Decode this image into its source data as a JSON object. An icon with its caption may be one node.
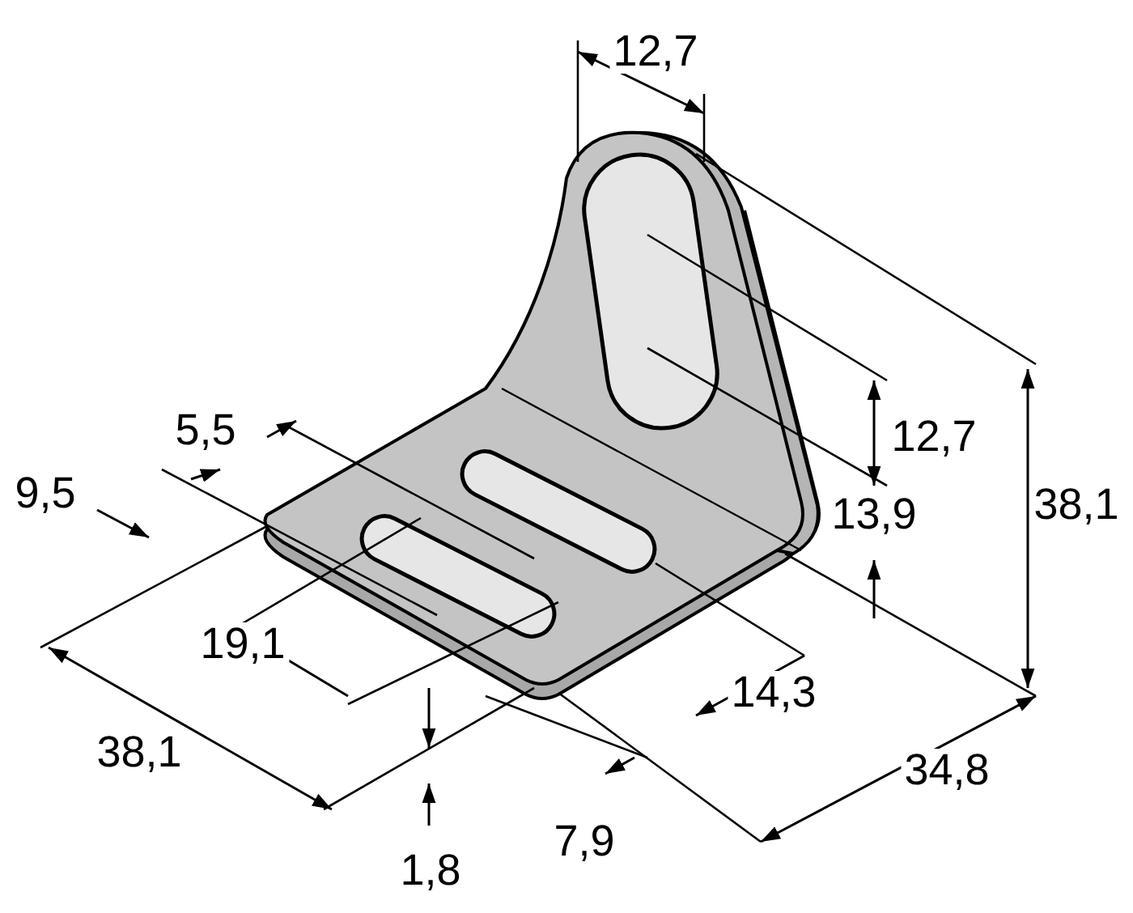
{
  "diagram": {
    "labels": [
      "12,7",
      "5,5",
      "9,5",
      "12,7",
      "38,1",
      "13,9",
      "19,1",
      "14,3",
      "38,1",
      "34,8",
      "1,8",
      "7,9"
    ]
  }
}
